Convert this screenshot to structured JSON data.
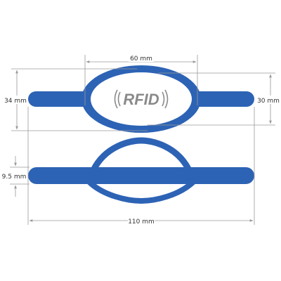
{
  "colors": {
    "band": "#2d63b5",
    "band_highlight": "#4a80cf",
    "dimension_line": "#9a9a9a",
    "logo": "#8a8a8a"
  },
  "logo": {
    "text": "RFID",
    "icon": "rfid-wave-icon"
  },
  "dimensions": {
    "top_width": "60 mm",
    "left_height": "34 mm",
    "right_height": "30 mm",
    "band_thickness": "9.5 mm",
    "total_length": "110 mm"
  }
}
